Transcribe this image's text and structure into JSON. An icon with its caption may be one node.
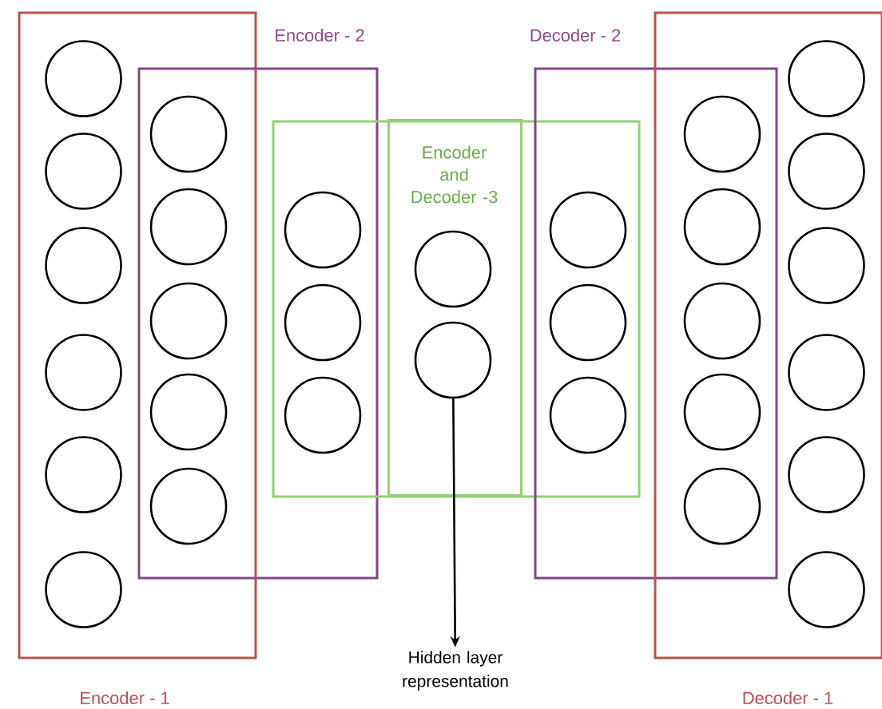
{
  "diagram": {
    "nodes": [
      {
        "text": [
          "Encoder - 1"
        ]
      },
      {
        "text": [
          "Encoder - 2"
        ]
      },
      {
        "text": [],
        "shape": "box"
      },
      {
        "text": [
          "Encoder and Decoder -3"
        ],
        "in": 2
      },
      {
        "text": [
          "Decoder - 2"
        ]
      },
      {
        "text": [
          "Decoder - 1"
        ]
      },
      {
        "text": [],
        "shape": "circle",
        "in": 0
      },
      {
        "text": [],
        "shape": "circle",
        "in": 0
      },
      {
        "text": [],
        "shape": "circle",
        "in": 0
      },
      {
        "text": [],
        "shape": "circle",
        "in": 0
      },
      {
        "text": [],
        "shape": "circle",
        "in": 0
      },
      {
        "text": [],
        "shape": "circle",
        "in": 0
      },
      {
        "text": [],
        "shape": "circle"
      },
      {
        "text": [],
        "shape": "circle"
      },
      {
        "text": [],
        "shape": "circle"
      },
      {
        "text": [],
        "shape": "circle"
      },
      {
        "text": [],
        "shape": "circle"
      },
      {
        "text": [],
        "shape": "circle"
      },
      {
        "text": [],
        "shape": "circle"
      },
      {
        "text": [],
        "shape": "circle"
      },
      {
        "text": [],
        "shape": "circle",
        "in": 3
      },
      {
        "text": [],
        "shape": "circle",
        "in": 3
      },
      {
        "text": [],
        "shape": "circle"
      },
      {
        "text": [],
        "shape": "circle"
      },
      {
        "text": [],
        "shape": "circle"
      },
      {
        "text": [],
        "shape": "circle"
      },
      {
        "text": [],
        "shape": "circle"
      },
      {
        "text": [],
        "shape": "circle"
      },
      {
        "text": [],
        "shape": "circle"
      },
      {
        "text": [],
        "shape": "circle"
      },
      {
        "text": [],
        "shape": "circle",
        "in": 5
      },
      {
        "text": [],
        "shape": "circle",
        "in": 5
      },
      {
        "text": [],
        "shape": "circle",
        "in": 5
      },
      {
        "text": [],
        "shape": "circle",
        "in": 5
      },
      {
        "text": [],
        "shape": "circle",
        "in": 5
      },
      {
        "text": [],
        "shape": "circle",
        "in": 5
      },
      {
        "text": [
          "Hidden layer representation"
        ]
      }
    ],
    "edges": [
      {
        "from": 21,
        "to": 36,
        "arrow": "to"
      }
    ]
  }
}
